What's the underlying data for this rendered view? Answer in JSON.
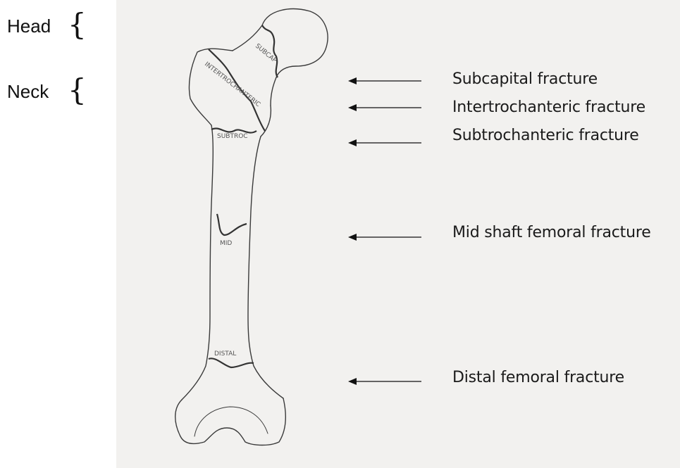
{
  "regions": [
    {
      "id": "head",
      "label": "Head"
    },
    {
      "id": "neck",
      "label": "Neck"
    }
  ],
  "fractures": [
    {
      "id": "subcapital",
      "label": "Subcapital fracture",
      "bone_label": "SUBCAP"
    },
    {
      "id": "intertrochanteric",
      "label": "Intertrochanteric fracture",
      "bone_label": "INTERTROCHANTERIC"
    },
    {
      "id": "subtrochanteric",
      "label": "Subtrochanteric fracture",
      "bone_label": "SUBTROC"
    },
    {
      "id": "midshaft",
      "label": "Mid shaft femoral fracture",
      "bone_label": "MID"
    },
    {
      "id": "distal",
      "label": "Distal femoral fracture",
      "bone_label": "DISTAL"
    }
  ],
  "colors": {
    "scan_background": "#f2f1ef",
    "ink": "#333333"
  },
  "icons": {
    "brace": "left-curly-brace",
    "arrow": "left-arrow"
  }
}
